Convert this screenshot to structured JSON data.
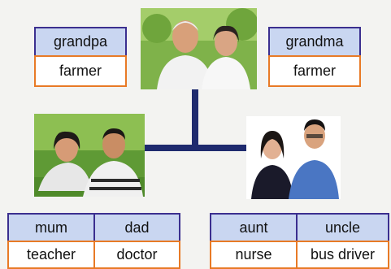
{
  "grandparents": {
    "left": {
      "role": "grandpa",
      "job": "farmer"
    },
    "right": {
      "role": "grandma",
      "job": "farmer"
    }
  },
  "parents": {
    "left": {
      "role": "mum",
      "job": "teacher"
    },
    "right": {
      "role": "dad",
      "job": "doctor"
    }
  },
  "relatives": {
    "left": {
      "role": "aunt",
      "job": "nurse"
    },
    "right": {
      "role": "uncle",
      "job": "bus driver"
    }
  },
  "colors": {
    "role_fill": "#c9d6f1",
    "role_border": "#3b2f8f",
    "job_border": "#e87a26",
    "connector": "#1e2a6e"
  }
}
